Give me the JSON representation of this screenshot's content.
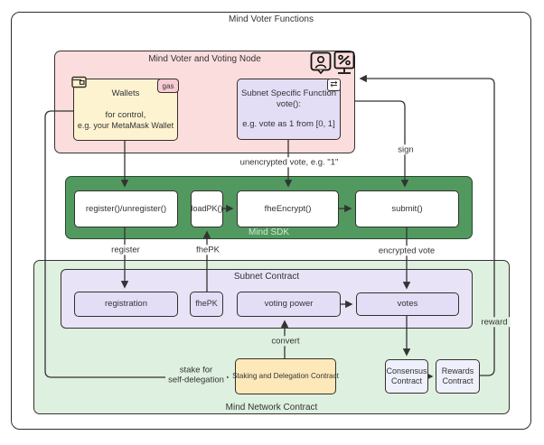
{
  "title": "Mind Voter Functions",
  "colors": {
    "pink": "#fbdddd",
    "cream": "#fdf3d0",
    "lavender": "#e4ddf6",
    "sdk_green": "#52995f",
    "light_green": "#def0e0",
    "gold": "#fce8b8",
    "pale_lavender": "#eef0fb",
    "edge": "#333333"
  },
  "voter_node": {
    "title": "Mind Voter and Voting Node",
    "icons": [
      "person-badge-icon",
      "percent-display-icon"
    ],
    "wallets": {
      "icon": "wallet-icon",
      "badge": "gas",
      "title": "Wallets",
      "line1": "for control,",
      "line2": "e.g. your MetaMask Wallet"
    },
    "subnet_function": {
      "icon": "swap-icon",
      "swap_glyph": "⇄",
      "line1": "Subnet Specific Function",
      "line2": "vote():",
      "line3": "e.g. vote as 1 from [0, 1]"
    }
  },
  "sdk": {
    "title": "Mind SDK",
    "register": "register()/unregister()",
    "loadpk": "loadPK()",
    "fheencrypt": "fheEncrypt()",
    "submit": "submit()"
  },
  "network_contract": {
    "title": "Mind Network Contract",
    "subnet_contract": {
      "title": "Subnet Contract",
      "registration": "registration",
      "fhepk": "fhePK",
      "voting_power": "voting power",
      "votes": "votes"
    },
    "staking": "Staking and Delegation Contract",
    "consensus": "Consensus Contract",
    "rewards": "Rewards Contract"
  },
  "edge_labels": {
    "unencrypted_vote": "unencrypted vote, e.g. \"1\"",
    "sign": "sign",
    "register": "register",
    "fhepk": "fhePK",
    "encrypted_vote": "encrypted vote",
    "convert": "convert",
    "stake_line1": "stake for",
    "stake_line2": "self-delegation",
    "reward": "reward"
  }
}
